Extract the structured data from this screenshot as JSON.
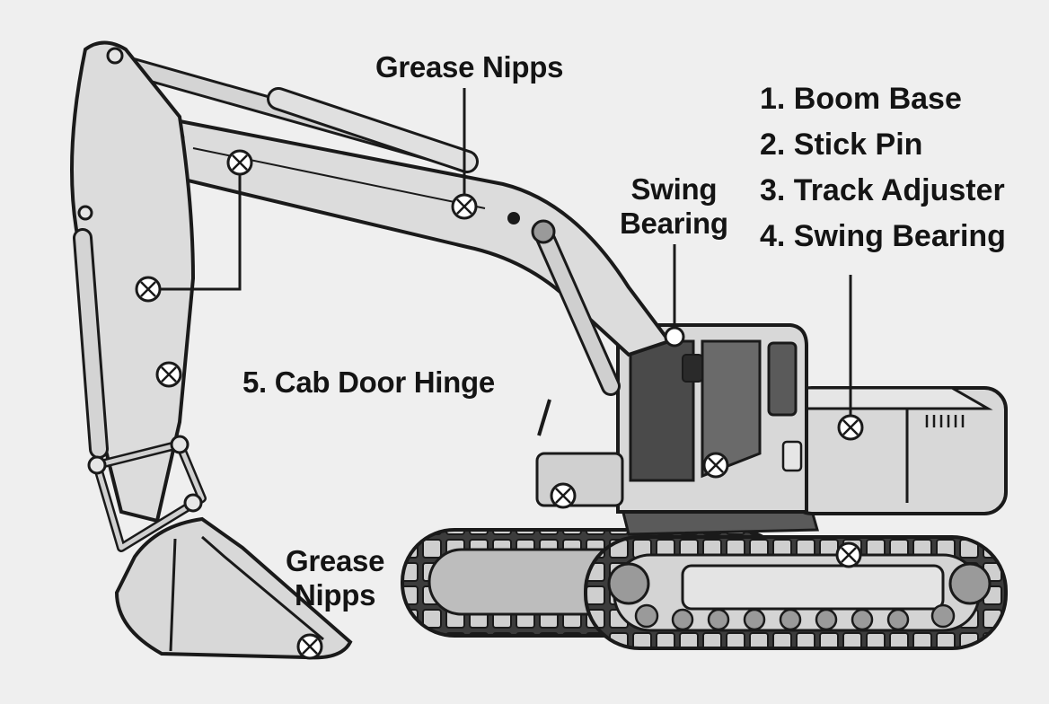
{
  "callouts": {
    "top": "Grease Nipps",
    "bottom_line1": "Grease",
    "bottom_line2": "Nipps",
    "swing_line1": "Swing",
    "swing_line2": "Bearing",
    "cab": "5. Cab Door Hinge"
  },
  "parts_list": [
    "1. Boom Base",
    "2. Stick Pin",
    "3. Track Adjuster",
    "4. Swing Bearing"
  ],
  "colors": {
    "background": "#efefef",
    "line": "#1a1a1a",
    "body_fill": "#d8d8d8",
    "light_fill": "#e6e6e6",
    "dark_fill": "#4a4a4a"
  },
  "icons": [
    "grease-fitting-icon"
  ]
}
